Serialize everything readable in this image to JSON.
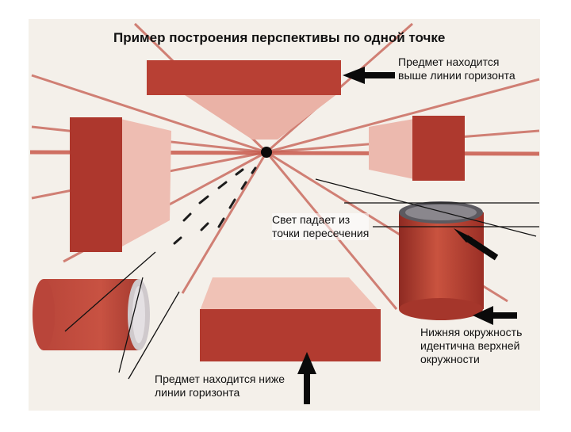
{
  "title": "Пример построения перспективы по одной точке",
  "annotations": {
    "above_horizon": [
      "Предмет находится",
      "выше линии горизонта"
    ],
    "light_source": [
      "Свет падает из",
      "точки пересечения"
    ],
    "bottom_circle": [
      "Нижняя окружность",
      "идентична верхней",
      "окружности"
    ],
    "below_horizon": [
      "Предмет находится ниже",
      "линии горизонта"
    ]
  },
  "colors": {
    "paper": "#f3efe8",
    "red_dark": "#a8322a",
    "red_mid": "#c24a3c",
    "red_light": "#e8a89c",
    "pink": "#f0c6bc",
    "line": "#111111",
    "vanishing_point": "#0a0a0a"
  }
}
